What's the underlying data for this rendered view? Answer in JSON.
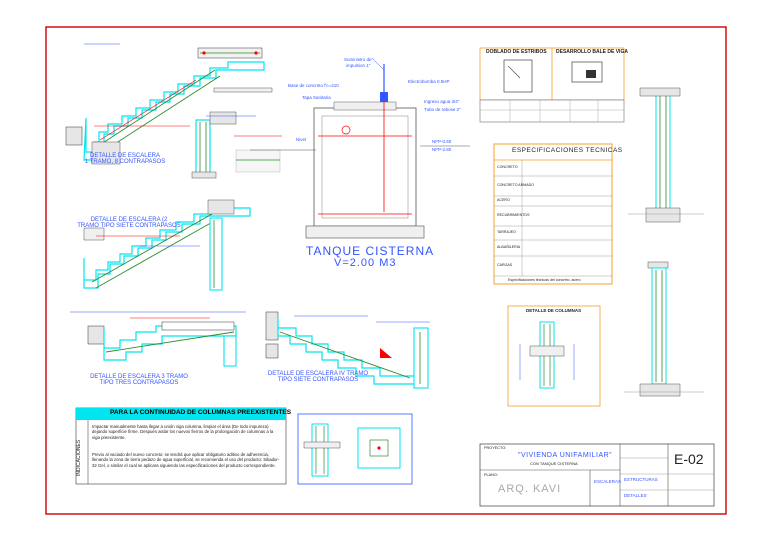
{
  "colors": {
    "frame": "#cc0000",
    "cyan": "#00e5ee",
    "green": "#2e8b2e",
    "blue": "#3355ff",
    "red": "#ff0000",
    "orange": "#f0a030",
    "hatch": "#d0d0d0"
  },
  "stairs": {
    "d1": {
      "title_a": "DETALLE DE ESCALERA",
      "title_b": "1 TRAMO, 8 CONTRAPASOS"
    },
    "d2": {
      "title_a": "DETALLE DE ESCALERA (2",
      "title_b": "TRAMO TIPO SIETE CONTRAPASOS"
    },
    "d3": {
      "title_a": "DETALLE DE ESCALERA 3 TRAMO",
      "title_b": "TIPO TRES CONTRAPASOS"
    },
    "d4": {
      "title_a": "DETALLE DE ESCALERA IV TRAMO",
      "title_b": "TIPO SIETE CONTRAPASOS"
    }
  },
  "tank": {
    "title": "TANQUE CISTERNA",
    "volume": "V=2.00 M3",
    "labels": {
      "tuberia": "Suministro de",
      "tuberia2": "impulsion 1\"",
      "electrobomba": "Electrobomba 0.5HP",
      "ingreso": "Ingreso agua 3/4\"",
      "ingreso2": "Tubo de rebose 2\"",
      "base": "Base de concreto f'c=210",
      "tapa": "Tapa Sanitaria",
      "nivel": "Nivel",
      "nfp1": "NFP-0.50",
      "nfp2": "NFP-2.80"
    }
  },
  "estribos": {
    "dob_title": "DOBLADO DE ESTRIBOS",
    "des_title": "DESARROLLO BALE DE VIGA"
  },
  "specs": {
    "title": "ESPECIFICACIONES TECNICAS",
    "rows": [
      "CONCRETO",
      "CONCRETO ARMADO",
      "ACERO",
      "RECUBRIMIENTOS",
      "TARRAJEO",
      "ALBAÑILERIA",
      "CARGAS"
    ],
    "footer": "Especificaciones técnicas del concreto, acero"
  },
  "detalle_columnas": {
    "title": "DETALLE DE COLUMNAS"
  },
  "continuidad": {
    "title": "PARA LA CONTINUIDAD DE COLUMNAS PREEXISTENTES",
    "side": "INDICACIONES",
    "para1": "Impactar manualmente hasta llegar a unión viga columna, limpiar el área (De todo impureza) dejando superficie firme. Después aislar los nuevos fierros de la prolongación de columnas a la viga preexistente.",
    "para2": "Previo al vaciado del nuevo concreto: se tendrá que aplicar obligatorio aditivo de adherencia, llenando la zona de tierra pedazo de agua superficial, se recomienda el uso del producto: Sikadur-32 Gel, o similar el cual se aplicara siguiendo las especificaciones del producto correspondiente."
  },
  "titleblock": {
    "project": "\"VIVIENDA UNIFAMILIAR\"",
    "subtitle": "CON TANQUE CISTERNA",
    "logo": "ARQ. KAVI",
    "sheet_no": "E-02",
    "label_proyecto": "PROYECTO:",
    "label_plano": "PLANO:",
    "row_a": "ESCALERAS",
    "row_b": "ESTRUCTURAS",
    "row_c": "DETALLES"
  }
}
